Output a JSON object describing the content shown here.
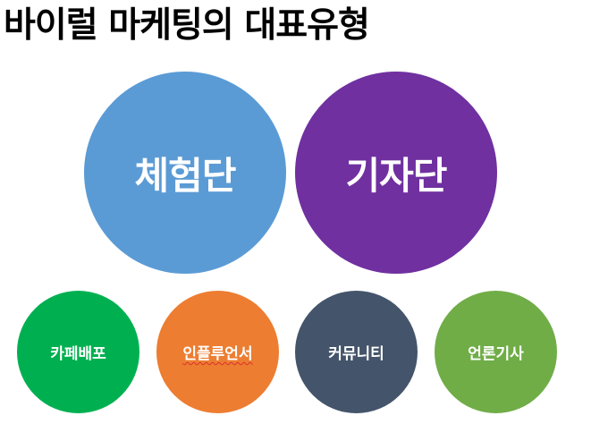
{
  "title": "바이럴 마케팅의 대표유형",
  "main_types": [
    {
      "label": "체험단",
      "color": "#5b9bd5"
    },
    {
      "label": "기자단",
      "color": "#7030a0"
    }
  ],
  "sub_types": [
    {
      "label": "카페배포",
      "color": "#00b050"
    },
    {
      "label": "인플루언서",
      "color": "#ed7d31"
    },
    {
      "label": "커뮤니티",
      "color": "#44546a"
    },
    {
      "label": "언론기사",
      "color": "#70ad47"
    }
  ]
}
